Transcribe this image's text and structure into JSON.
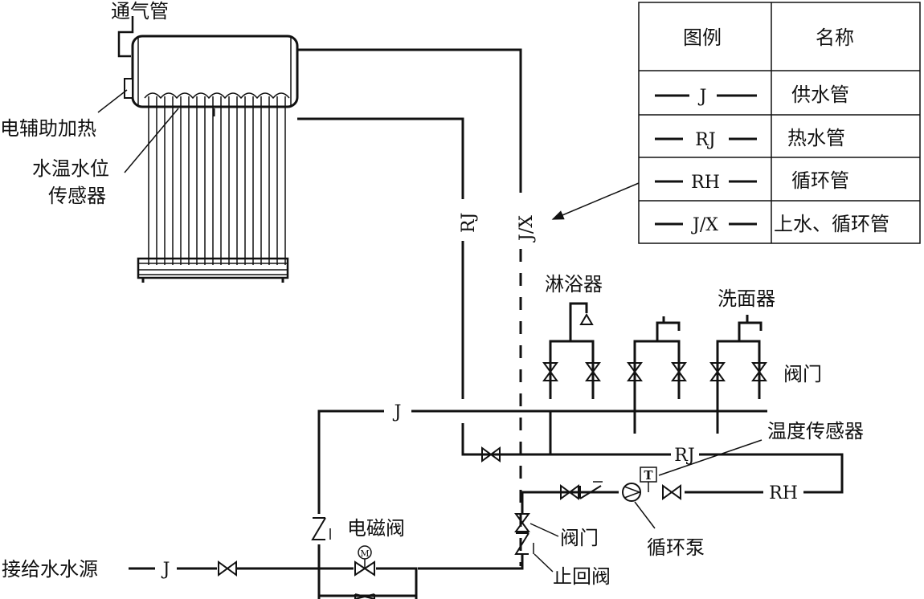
{
  "labels": {
    "vent_pipe": "通气管",
    "electric_heater": "电辅助加热",
    "sensor_line1": "水温水位",
    "sensor_line2": "传感器",
    "shower": "淋浴器",
    "basin": "洗面器",
    "valve_group": "阀门",
    "temp_sensor": "温度传感器",
    "solenoid_valve": "电磁阀",
    "gate_valve": "阀门",
    "check_valve": "止回阀",
    "circ_pump": "循环泵",
    "water_source": "接给水水源"
  },
  "pipe_codes": {
    "rj_vertical": "RJ",
    "jx_vertical": "J/X",
    "j_main": "J",
    "rj_main": "RJ",
    "rh_main": "RH",
    "j_source": "J"
  },
  "legend": {
    "header_symbol": "图例",
    "header_name": "名称",
    "rows": [
      {
        "code": "J",
        "name": "供水管"
      },
      {
        "code": "RJ",
        "name": "热水管"
      },
      {
        "code": "RH",
        "name": "循环管"
      },
      {
        "code": "J/X",
        "name": "上水、循环管"
      }
    ]
  },
  "pump_symbol": "T",
  "solenoid_symbol": "M"
}
